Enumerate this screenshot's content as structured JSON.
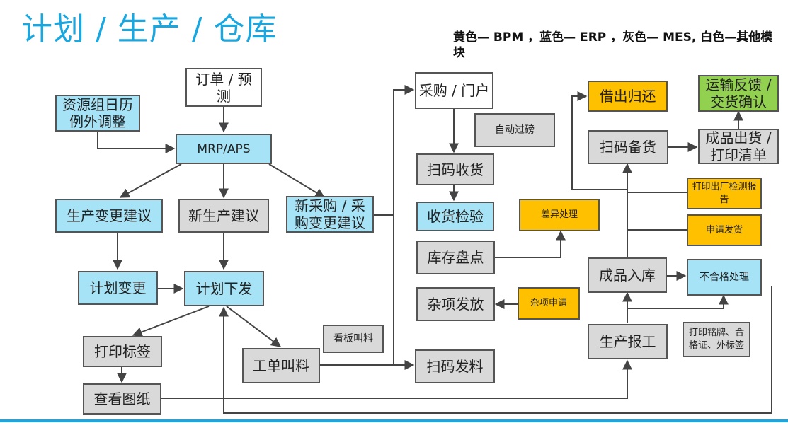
{
  "title": "计划 / 生产 / 仓库",
  "legend": "黄色— BPM ，蓝色— ERP ，灰色— MES, 白色—其他模块",
  "nodes": {
    "order_forecast": "订单 / 预测",
    "resource_calendar": "资源组日历例外调整",
    "mrp_aps": "MRP/APS",
    "prod_change_suggest": "生产变更建议",
    "new_prod_suggest": "新生产建议",
    "new_purchase_suggest": "新采购 / 采购变更建议",
    "plan_change": "计划变更",
    "plan_release": "计划下发",
    "print_label": "打印标签",
    "view_drawing": "查看图纸",
    "kanban_call": "看板叫料",
    "work_order_call": "工单叫料",
    "purchase_portal": "采购 / 门户",
    "auto_weigh": "自动过磅",
    "scan_receive": "扫码收货",
    "receive_inspect": "收货检验",
    "inventory_count": "库存盘点",
    "diff_handle": "差异处理",
    "misc_issue": "杂项发放",
    "misc_request": "杂项申请",
    "scan_issue": "扫码发料",
    "borrow_return": "借出归还",
    "transport_feedback": "运输反馈 / 交货确认",
    "scan_prepare": "扫码备货",
    "fg_ship_print": "成品出货 / 打印清单",
    "print_factory_report": "打印出厂检测报告",
    "apply_ship": "申请发货",
    "fg_inbound": "成品入库",
    "nonconform": "不合格处理",
    "prod_report": "生产报工",
    "print_nameplate": "打印铭牌、合格证、外标签"
  }
}
